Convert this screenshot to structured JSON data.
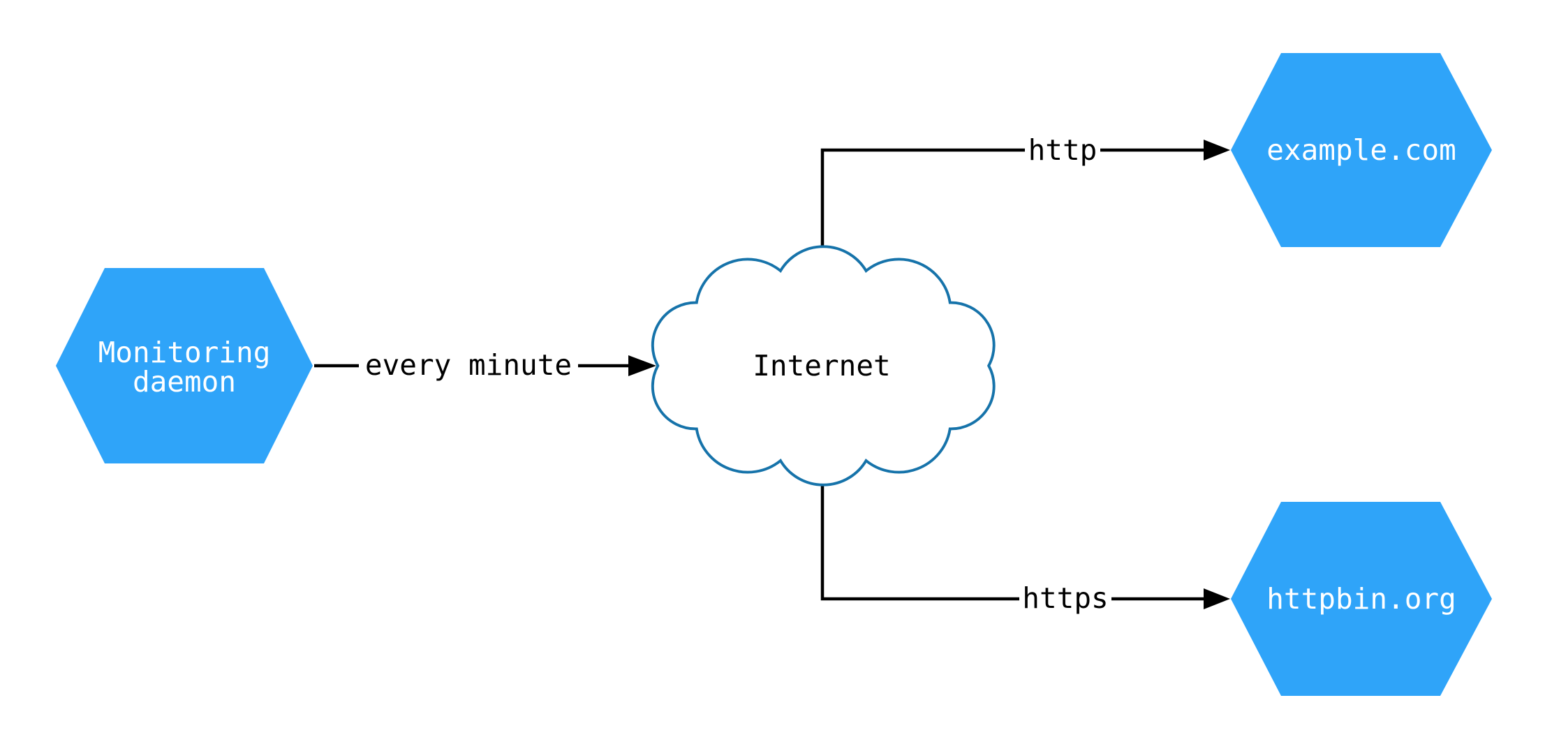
{
  "diagram": {
    "colors": {
      "node_fill": "#2FA4F9",
      "node_text": "#ffffff",
      "cloud_stroke": "#1673AA",
      "cloud_fill": "#ffffff",
      "edge_color": "#000000",
      "edge_text": "#000000",
      "background": "#ffffff"
    },
    "nodes": {
      "monitoring": {
        "shape": "hexagon",
        "label": "Monitoring daemon",
        "lines": [
          "Monitoring",
          "daemon"
        ]
      },
      "internet": {
        "shape": "cloud",
        "label": "Internet"
      },
      "example": {
        "shape": "hexagon",
        "label": "example.com"
      },
      "httpbin": {
        "shape": "hexagon",
        "label": "httpbin.org"
      }
    },
    "edges": [
      {
        "from": "monitoring",
        "to": "internet",
        "label": "every minute"
      },
      {
        "from": "internet",
        "to": "example",
        "label": "http"
      },
      {
        "from": "internet",
        "to": "httpbin",
        "label": "https"
      }
    ]
  }
}
